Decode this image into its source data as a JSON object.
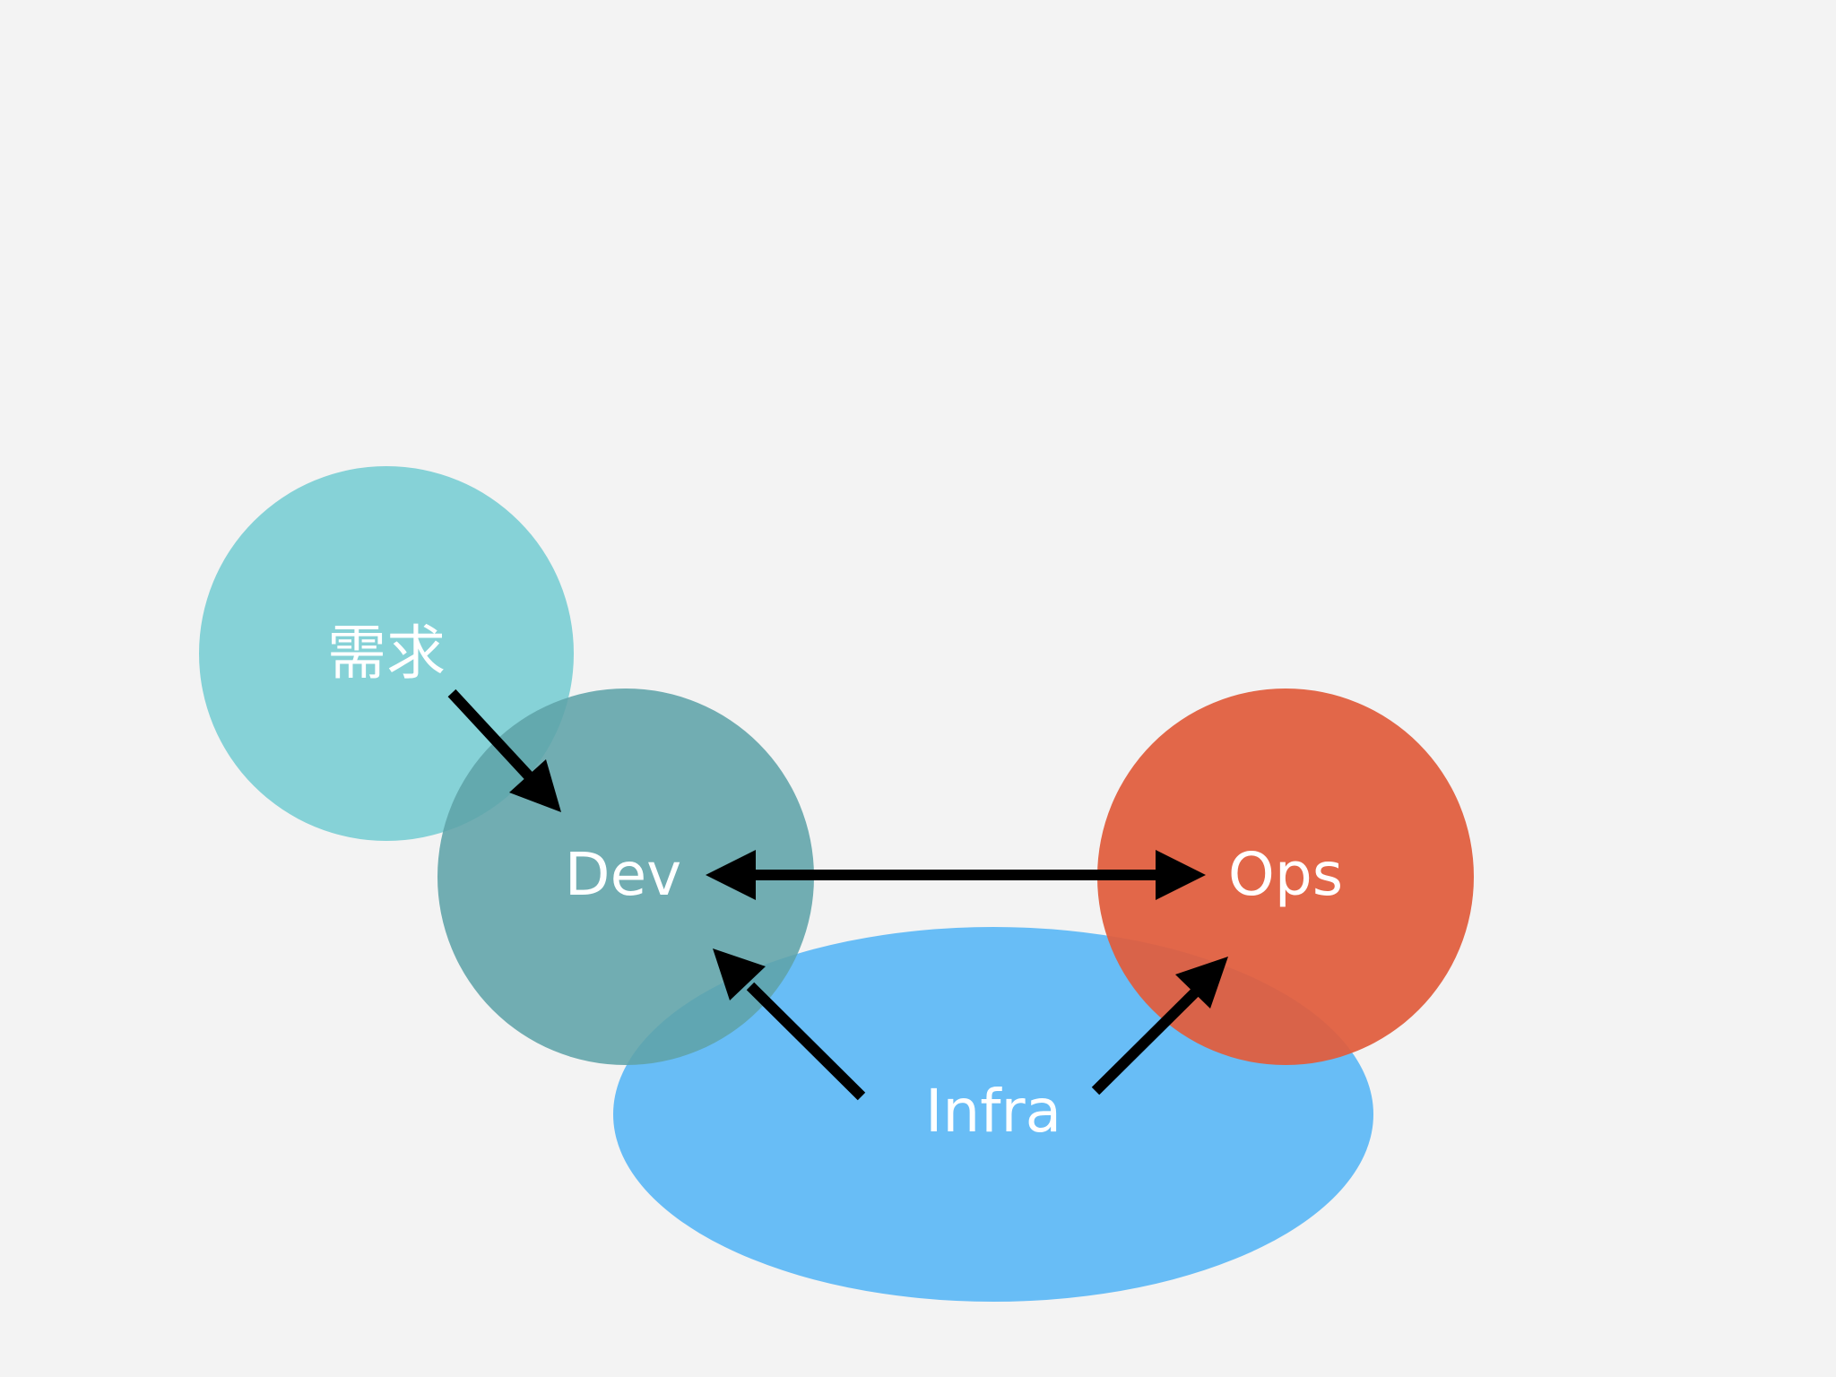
{
  "nodes": {
    "requirements": {
      "label": "需求",
      "color": "#7fd0d5"
    },
    "dev": {
      "label": "Dev",
      "color": "#5fa3a8"
    },
    "ops": {
      "label": "Ops",
      "color": "#e05e3e"
    },
    "infra": {
      "label": "Infra",
      "color": "#5cb8f6"
    }
  },
  "edges": [
    {
      "from": "需求",
      "to": "Dev"
    },
    {
      "from": "Dev",
      "to": "Ops",
      "bidirectional": true
    },
    {
      "from": "Infra",
      "to": "Dev"
    },
    {
      "from": "Infra",
      "to": "Ops"
    }
  ],
  "colors": {
    "background": "#f3f3f3",
    "arrow": "#000000",
    "label": "#ffffff"
  }
}
